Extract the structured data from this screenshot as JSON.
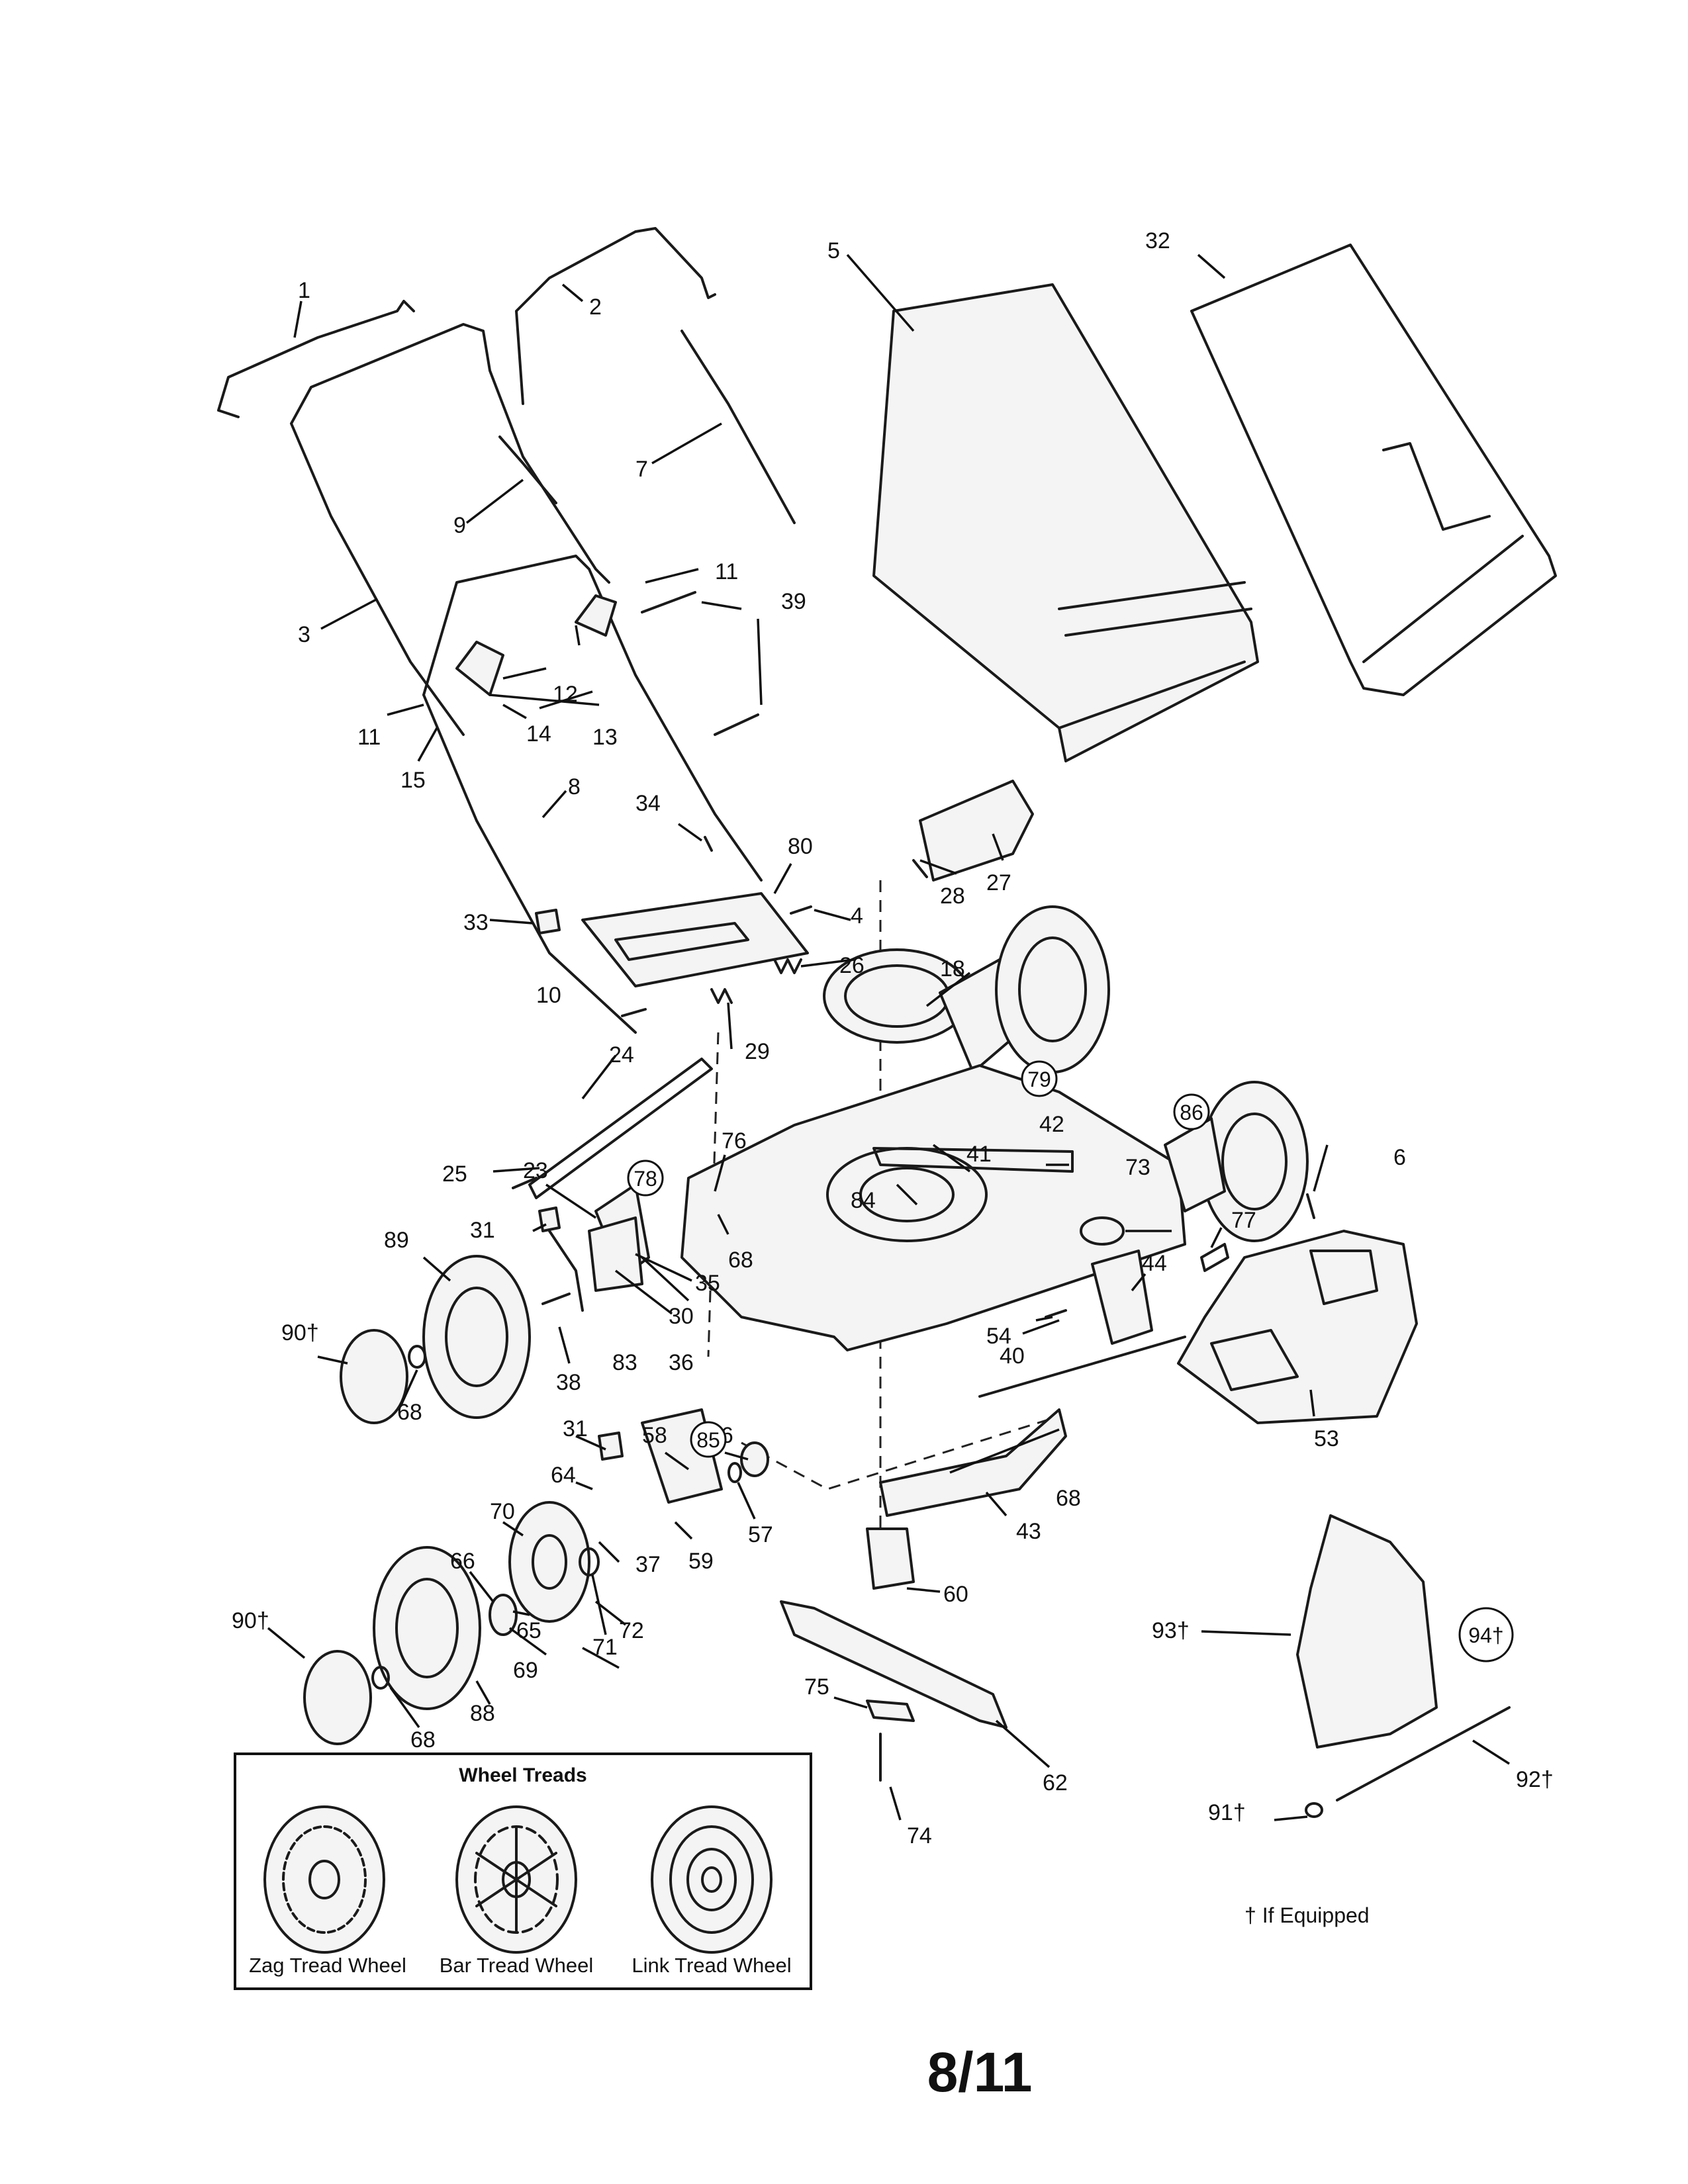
{
  "diagram": {
    "callouts": [
      "1",
      "2",
      "3",
      "4",
      "5",
      "6",
      "7",
      "8",
      "9",
      "10",
      "11",
      "11",
      "12",
      "13",
      "14",
      "15",
      "18",
      "23",
      "24",
      "25",
      "26",
      "27",
      "28",
      "29",
      "30",
      "31",
      "31",
      "32",
      "33",
      "34",
      "35",
      "36",
      "37",
      "38",
      "39",
      "40",
      "41",
      "42",
      "43",
      "44",
      "53",
      "54",
      "56",
      "57",
      "58",
      "59",
      "60",
      "62",
      "64",
      "65",
      "66",
      "68",
      "68",
      "68",
      "68",
      "69",
      "70",
      "71",
      "72",
      "73",
      "74",
      "75",
      "76",
      "77",
      "80",
      "83",
      "84",
      "88",
      "89",
      "90†",
      "90†",
      "91†",
      "92†",
      "93†"
    ],
    "circled_callouts": [
      "79",
      "86",
      "78",
      "85",
      "94†"
    ]
  },
  "legend": {
    "title": "Wheel Treads",
    "wheels": [
      {
        "label": "Zag Tread Wheel",
        "icon": "zag-tread-wheel-icon"
      },
      {
        "label": "Bar Tread Wheel",
        "icon": "bar-tread-wheel-icon"
      },
      {
        "label": "Link Tread Wheel",
        "icon": "link-tread-wheel-icon"
      }
    ]
  },
  "footnote": "† If Equipped",
  "page_number": "8/11"
}
